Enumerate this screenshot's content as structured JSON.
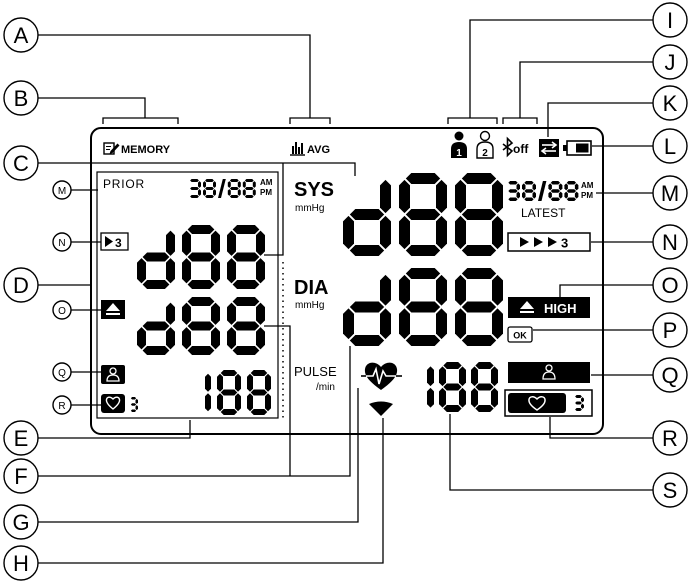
{
  "callouts": {
    "outer_left": [
      "A",
      "B",
      "C",
      "D",
      "E",
      "F",
      "G",
      "H"
    ],
    "outer_right": [
      "I",
      "J",
      "K",
      "L",
      "M",
      "N",
      "O",
      "P",
      "Q",
      "R",
      "S"
    ],
    "inner_left": [
      "M",
      "N",
      "O",
      "Q",
      "R"
    ]
  },
  "status_bar": {
    "memory_label": "MEMORY",
    "average_label": "AVG",
    "user_1": "1",
    "user_2": "2",
    "bluetooth_status": "off"
  },
  "prior_reading": {
    "label": "PRIOR",
    "date_time": "38/88",
    "am": "AM",
    "pm": "PM",
    "systolic": "d88",
    "diastolic": "d88",
    "pulse": "188",
    "trend_count": "3",
    "heart_count": "3"
  },
  "current_reading": {
    "systolic_label": "SYS",
    "systolic_unit": "mmHg",
    "diastolic_label": "DIA",
    "diastolic_unit": "mmHg",
    "pulse_label": "PULSE",
    "pulse_unit": "/min",
    "systolic": "d88",
    "diastolic": "d88",
    "pulse": "188"
  },
  "latest_reading": {
    "date_time": "38/88",
    "am": "AM",
    "pm": "PM",
    "label": "LATEST",
    "trend_count": "3",
    "high_label": "HIGH",
    "ok_label": "OK",
    "heart_count": "3"
  },
  "icons": {
    "memory": "memory-notepad-icon",
    "average": "average-bars-icon",
    "user_1": "user-1-icon",
    "user_2": "user-2-icon",
    "bluetooth": "bluetooth-icon",
    "sync": "sync-arrows-icon",
    "battery": "battery-icon",
    "pulse": "heart-pulse-icon",
    "indicator": "down-indicator-icon",
    "posture": "cuff-posture-icon",
    "heart": "irregular-heartbeat-icon",
    "high": "high-eject-icon",
    "trend": "trend-arrow-icon"
  },
  "colors": {
    "ink": "#000000",
    "background": "#ffffff"
  }
}
